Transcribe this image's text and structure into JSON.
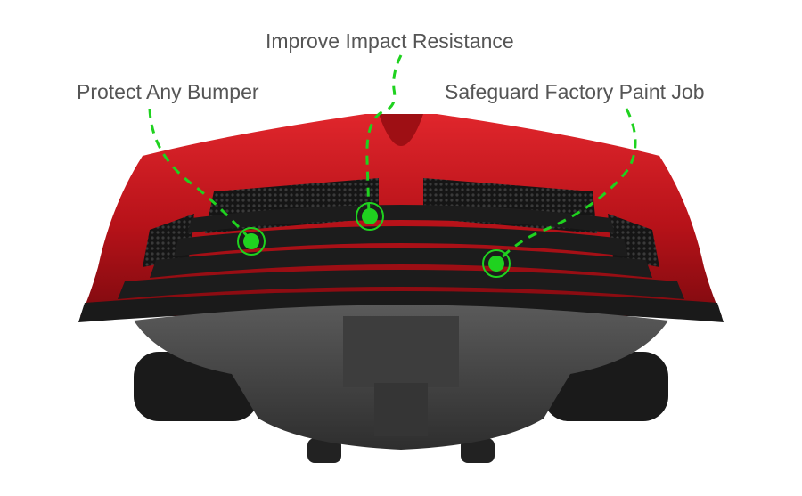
{
  "callouts": [
    {
      "id": "protect",
      "text": "Protect Any Bumper"
    },
    {
      "id": "impact",
      "text": "Improve Impact Resistance"
    },
    {
      "id": "paint",
      "text": "Safeguard Factory Paint Job"
    }
  ],
  "colors": {
    "background": "#ffffff",
    "label_text": "#555555",
    "callout_green": "#1fd21f",
    "car_red": "#c3161b",
    "bumper_guard_black": "#1c1c1c",
    "undertray_gray": "#4a4a4a"
  },
  "icons": [
    "callout-dot-icon"
  ]
}
